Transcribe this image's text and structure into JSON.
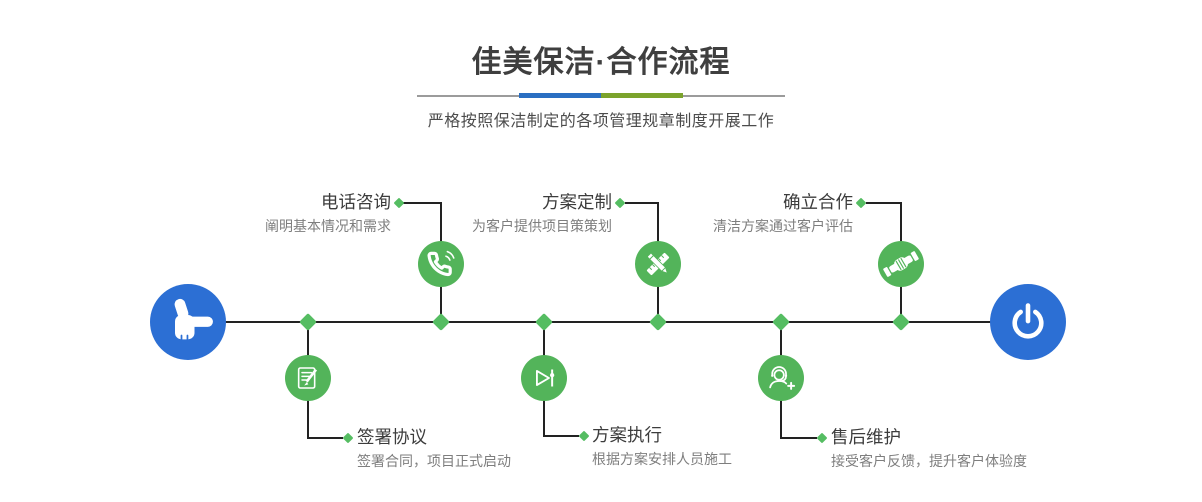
{
  "header": {
    "title": "佳美保洁·合作流程",
    "subtitle": "严格按照保洁制定的各项管理规章制度开展工作"
  },
  "colors": {
    "node_green": "#53b45a",
    "endpoint_blue": "#2c6fd4",
    "divider_blue": "#2a6fc2",
    "divider_olive": "#7ba32c",
    "line_dark": "#222222",
    "diamond_green": "#55bd62"
  },
  "steps": [
    {
      "title": "电话咨询",
      "desc": "阐明基本情况和需求",
      "icon": "phone-icon",
      "position": "top"
    },
    {
      "title": "方案定制",
      "desc": "为客户提供项目策策划",
      "icon": "pen-icon",
      "position": "top"
    },
    {
      "title": "确立合作",
      "desc": "清洁方案通过客户评估",
      "icon": "handshake-icon",
      "position": "top"
    },
    {
      "title": "签署协议",
      "desc": "签署合同，项目正式启动",
      "icon": "sign-icon",
      "position": "bottom"
    },
    {
      "title": "方案执行",
      "desc": "根据方案安排人员施工",
      "icon": "play-icon",
      "position": "bottom"
    },
    {
      "title": "售后维护",
      "desc": "接受客户反馈，提升客户体验度",
      "icon": "headset-icon",
      "position": "bottom"
    }
  ],
  "endpoints": {
    "start": "hand-pointer-icon",
    "end": "power-icon"
  }
}
